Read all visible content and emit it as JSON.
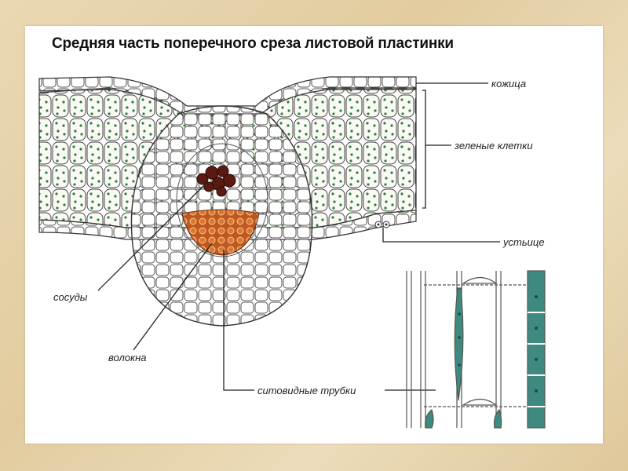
{
  "title": "Средняя часть поперечного среза листовой пластинки",
  "labels": {
    "epidermis": "кожица",
    "green_cells": "зеленые клетки",
    "stoma": "устьице",
    "vessels": "сосуды",
    "fibers": "волокна",
    "sieve_tubes": "ситовидные трубки"
  },
  "colors": {
    "background": "#e6d3ab",
    "chloroplast": "#2f7d3a",
    "vessels": "#5a1a12",
    "fibers": "#c0571c",
    "sieve_cells": "#3f8a80"
  }
}
